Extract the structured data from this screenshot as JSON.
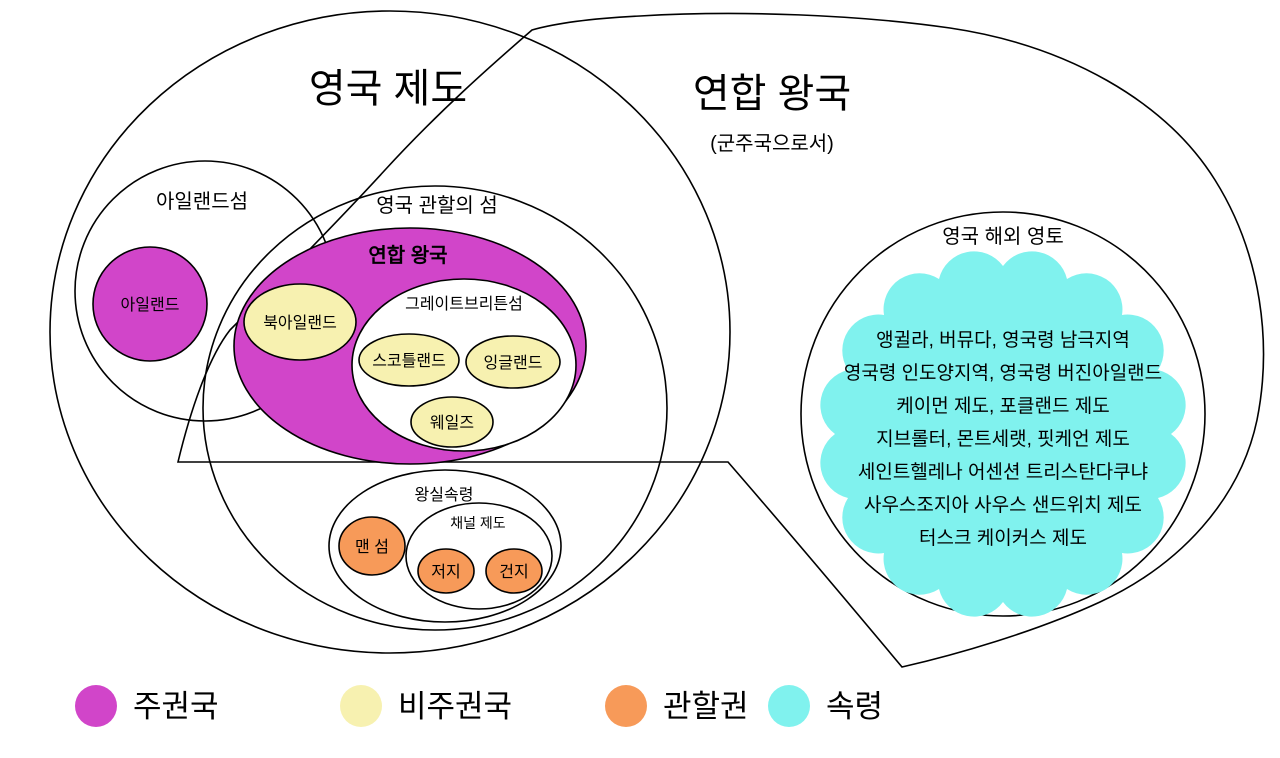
{
  "diagram": {
    "title_left": "영국 제도",
    "title_right": "연합 왕국",
    "subtitle_right": "(군주국으로서)",
    "regions": {
      "ireland_island": "아일랜드섬",
      "ireland_state": "아일랜드",
      "british_islands": "영국 관할의 섬",
      "uk": "연합 왕국",
      "northern_ireland": "북아일랜드",
      "great_britain": "그레이트브리튼섬",
      "scotland": "스코틀랜드",
      "england": "잉글랜드",
      "wales": "웨일즈",
      "crown_dependencies": "왕실속령",
      "isle_of_man": "맨 섬",
      "channel_islands": "채널 제도",
      "jersey": "저지",
      "guernsey": "건지",
      "overseas_territories": "영국 해외 영토"
    },
    "overseas_list": [
      "앵귈라, 버뮤다, 영국령 남극지역",
      "영국령 인도양지역, 영국령 버진아일랜드",
      "케이먼 제도, 포클랜드 제도",
      "지브롤터, 몬트세랫, 핏케언 제도",
      "세인트헬레나 어센션 트리스탄다쿠냐",
      "사우스조지아 사우스 샌드위치 제도",
      "터스크 케이커스 제도"
    ],
    "colors": {
      "sovereign": "#D145C9",
      "non_sovereign": "#F7F1B0",
      "jurisdiction": "#F79A59",
      "dependency": "#80F2EE"
    },
    "legend": [
      {
        "label": "주권국",
        "color": "#D145C9"
      },
      {
        "label": "비주권국",
        "color": "#F7F1B0"
      },
      {
        "label": "관할권",
        "color": "#F79A59"
      },
      {
        "label": "속령",
        "color": "#80F2EE"
      }
    ]
  }
}
